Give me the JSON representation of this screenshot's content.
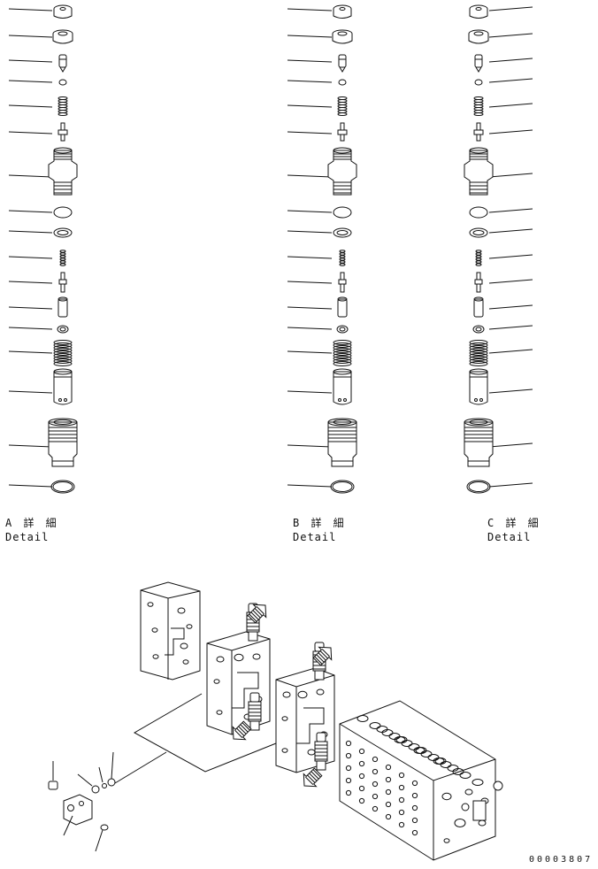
{
  "details": [
    {
      "id": "detail-a",
      "letter_line": "A 詳 細",
      "word": "Detail"
    },
    {
      "id": "detail-b",
      "letter_line": "B 詳 細",
      "word": "Detail"
    },
    {
      "id": "detail-c",
      "letter_line": "C 詳 細",
      "word": "Detail"
    }
  ],
  "document_number": "00003807"
}
